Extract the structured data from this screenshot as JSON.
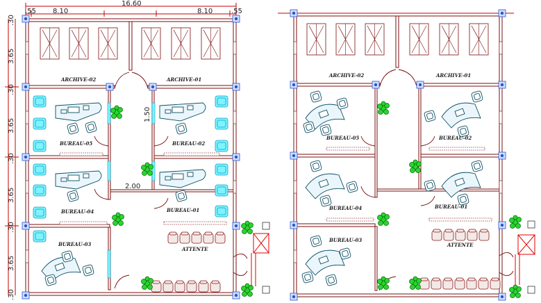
{
  "plan_left": {
    "dimensions": {
      "overall_width": "16.60",
      "bay_left": "8.10",
      "bay_right": "8.10",
      "edge_left": ".55",
      "edge_right": ".55",
      "rows": [
        "3.65",
        "3.65",
        "3.65",
        "3.65"
      ],
      "walls": [
        ".30",
        ".30",
        ".30",
        ".30",
        ".30"
      ],
      "corridor_width": "2.00",
      "door_width": "1.50"
    },
    "rooms": {
      "archive_left": "ARCHIVE-02",
      "archive_right": "ARCHIVE-01",
      "bureau_r2_left": "BUREAU-05",
      "bureau_r2_right": "BUREAU-02",
      "bureau_r3_left": "BUREAU-04",
      "bureau_r3_right": "BUREAU-01",
      "bureau_r4_left": "BUREAU-03",
      "waiting": "ATTENTE"
    }
  },
  "plan_right": {
    "rooms": {
      "archive_left": "ARCHIVE-02",
      "archive_right": "ARCHIVE-01",
      "bureau_r2_left": "BUREAU-05",
      "bureau_r2_right": "BUREAU-02",
      "bureau_r3_left": "BUREAU-04",
      "bureau_r3_right": "BUREAU-01",
      "bureau_r4_left": "BUREAU-03",
      "waiting": "ATTENTE"
    }
  },
  "colors": {
    "wall": "#7a0c0c",
    "dimension": "#c40000",
    "furniture": "#0b4d63",
    "glass": "#7ff3ff",
    "plant": "#29d62e",
    "node": "#2b55c9"
  }
}
